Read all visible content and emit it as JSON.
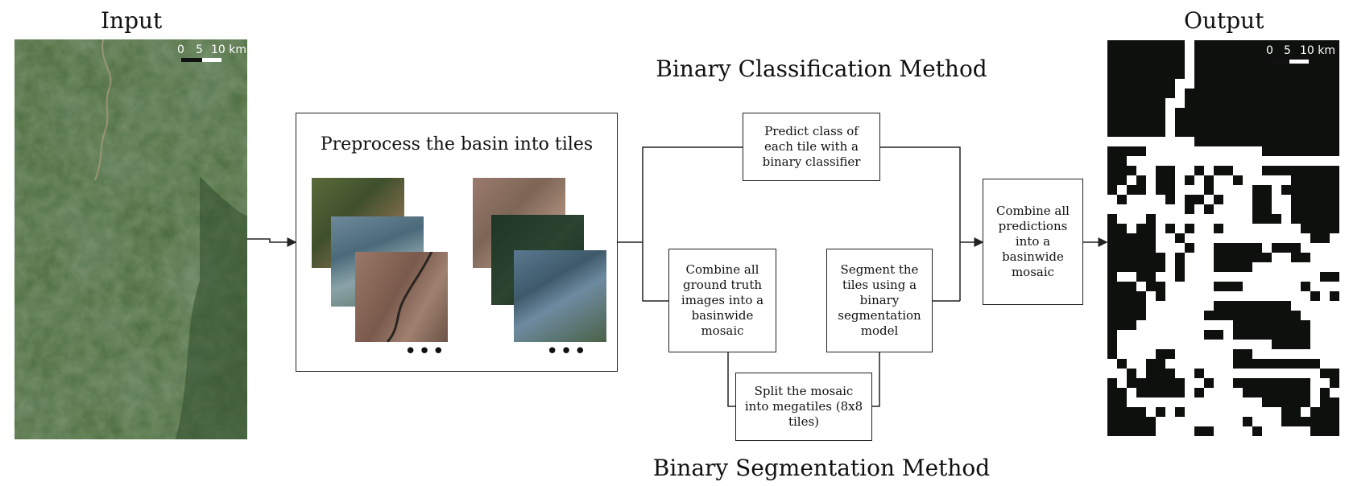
{
  "titles": {
    "input": "Input",
    "output": "Output"
  },
  "methods": {
    "classification": "Binary Classification Method",
    "segmentation": "Binary Segmentation Method"
  },
  "scale_bar": {
    "labels": [
      "0",
      "5",
      "10 km"
    ]
  },
  "preprocess": {
    "label": "Preprocess the basin into tiles",
    "ellipsis": "•••"
  },
  "steps": {
    "predict": "Predict class of each tile with a binary classifier",
    "combine_gt": "Combine all ground truth images into a basinwide mosaic",
    "split": "Split the mosaic into megatiles (8x8 tiles)",
    "segment": "Segment the tiles using a binary segmentation model",
    "combine_pred": "Combine all predictions into a basinwide mosaic"
  },
  "colors": {
    "output_background": "#0e100e",
    "river_mask": "#ffffff",
    "satellite_base": "#3e5a34"
  }
}
